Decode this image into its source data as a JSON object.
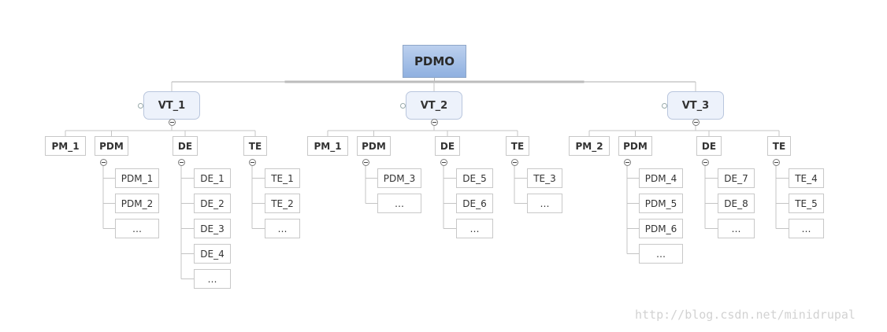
{
  "root": {
    "label": "PDMO"
  },
  "branches": [
    {
      "label": "VT_1",
      "children": [
        {
          "label": "PM_1",
          "items": []
        },
        {
          "label": "PDM",
          "items": [
            "PDM_1",
            "PDM_2",
            "..."
          ]
        },
        {
          "label": "DE",
          "items": [
            "DE_1",
            "DE_2",
            "DE_3",
            "DE_4",
            "..."
          ]
        },
        {
          "label": "TE",
          "items": [
            "TE_1",
            "TE_2",
            "..."
          ]
        }
      ]
    },
    {
      "label": "VT_2",
      "children": [
        {
          "label": "PM_1",
          "items": []
        },
        {
          "label": "PDM",
          "items": [
            "PDM_3",
            "..."
          ]
        },
        {
          "label": "DE",
          "items": [
            "DE_5",
            "DE_6",
            "..."
          ]
        },
        {
          "label": "TE",
          "items": [
            "TE_3",
            "..."
          ]
        }
      ]
    },
    {
      "label": "VT_3",
      "children": [
        {
          "label": "PM_2",
          "items": []
        },
        {
          "label": "PDM",
          "items": [
            "PDM_4",
            "PDM_5",
            "PDM_6",
            "..."
          ]
        },
        {
          "label": "DE",
          "items": [
            "DE_7",
            "DE_8",
            "..."
          ]
        },
        {
          "label": "TE",
          "items": [
            "TE_4",
            "TE_5",
            "..."
          ]
        }
      ]
    }
  ],
  "watermark": "http://blog.csdn.net/minidrupal"
}
